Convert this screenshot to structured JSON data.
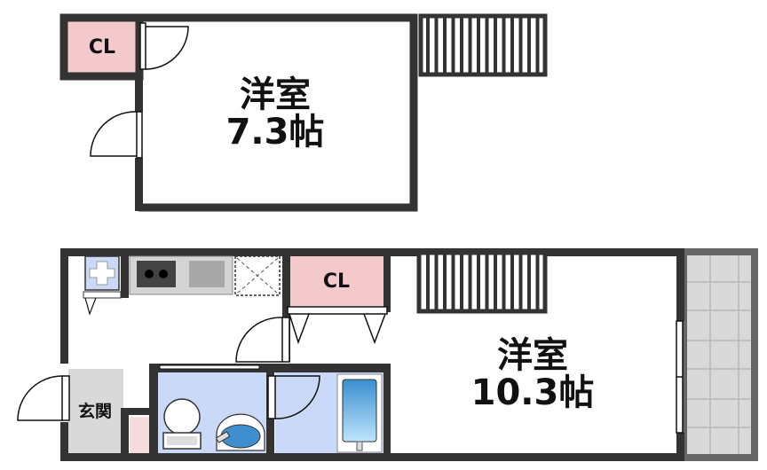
{
  "rooms": {
    "upper_room": {
      "name": "洋室",
      "size": "7.3帖"
    },
    "upper_closet": "CL",
    "lower_room": {
      "name": "洋室",
      "size": "10.3帖"
    },
    "lower_closet": "CL",
    "entrance": "玄関"
  },
  "colors": {
    "wall": "#333333",
    "closet": "#f3c9cb",
    "bath": "#c9d9f7",
    "entrance": "#d9d9d9",
    "balcony": "#d9d9d9"
  }
}
